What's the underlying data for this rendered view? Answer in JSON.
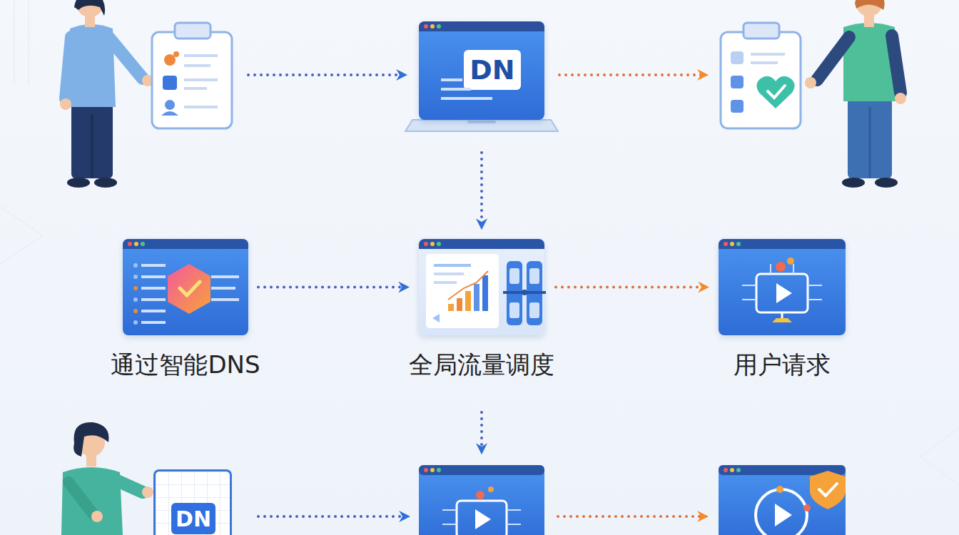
{
  "diagram": {
    "nodes": [
      {
        "text": [
          "DN"
        ]
      },
      {
        "text": [
          "通过智能DNS"
        ]
      },
      {
        "text": [
          "全局流量调度"
        ]
      },
      {
        "text": [
          "用户请求"
        ]
      },
      {
        "text": [
          "DN"
        ]
      }
    ],
    "edges": [
      {
        "from": 0,
        "to": 2,
        "arrow": "to"
      },
      {
        "from": 1,
        "to": 2,
        "arrow": "to"
      },
      {
        "from": 2,
        "to": 3,
        "arrow": "to"
      }
    ]
  }
}
